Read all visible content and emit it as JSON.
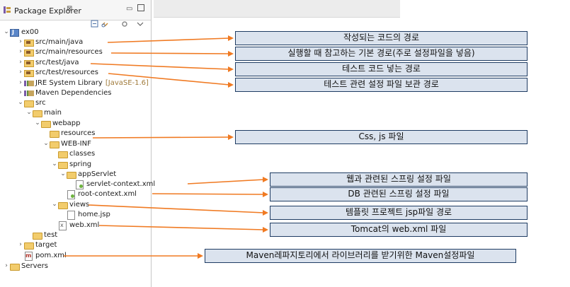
{
  "explorer": {
    "tab_title": "Package Explorer",
    "tab_close_glyph": "⊠",
    "minimize_glyph": "▭",
    "tree": [
      {
        "id": "ex00",
        "label": "ex00",
        "icon": "project-icon"
      },
      {
        "id": "src-main-java",
        "label": "src/main/java",
        "icon": "package-folder-icon"
      },
      {
        "id": "src-main-resources",
        "label": "src/main/resources",
        "icon": "package-folder-icon"
      },
      {
        "id": "src-test-java",
        "label": "src/test/java",
        "icon": "package-folder-icon"
      },
      {
        "id": "src-test-resources",
        "label": "src/test/resources",
        "icon": "package-folder-icon"
      },
      {
        "id": "jre",
        "label": "JRE System Library",
        "decoration": "[JavaSE-1.6]",
        "icon": "library-icon"
      },
      {
        "id": "maven-deps",
        "label": "Maven Dependencies",
        "icon": "library-icon"
      },
      {
        "id": "src",
        "label": "src",
        "icon": "folder-icon"
      },
      {
        "id": "main",
        "label": "main",
        "icon": "folder-icon"
      },
      {
        "id": "webapp",
        "label": "webapp",
        "icon": "folder-icon"
      },
      {
        "id": "resources",
        "label": "resources",
        "icon": "folder-icon"
      },
      {
        "id": "web-inf",
        "label": "WEB-INF",
        "icon": "folder-icon"
      },
      {
        "id": "classes",
        "label": "classes",
        "icon": "folder-icon"
      },
      {
        "id": "spring",
        "label": "spring",
        "icon": "folder-icon"
      },
      {
        "id": "appservlet",
        "label": "appServlet",
        "icon": "folder-icon"
      },
      {
        "id": "servlet-context",
        "label": "servlet-context.xml",
        "icon": "spring-xml-icon"
      },
      {
        "id": "root-context",
        "label": "root-context.xml",
        "icon": "spring-xml-icon"
      },
      {
        "id": "views",
        "label": "views",
        "icon": "folder-icon"
      },
      {
        "id": "home-jsp",
        "label": "home.jsp",
        "icon": "file-icon"
      },
      {
        "id": "web-xml",
        "label": "web.xml",
        "icon": "xml-file-icon"
      },
      {
        "id": "test",
        "label": "test",
        "icon": "folder-icon"
      },
      {
        "id": "target",
        "label": "target",
        "icon": "folder-icon"
      },
      {
        "id": "pom",
        "label": "pom.xml",
        "icon": "maven-pom-icon"
      },
      {
        "id": "servers",
        "label": "Servers",
        "icon": "folder-icon"
      }
    ]
  },
  "annotations": [
    {
      "id": "main-java",
      "text": "작성되는 코드의 경로"
    },
    {
      "id": "main-resources",
      "text": "실행할 때 참고하는 기본 경로(주로 설정파일을 넣음)"
    },
    {
      "id": "test-java",
      "text": "테스트 코드 넣는 경로"
    },
    {
      "id": "test-resources",
      "text": "테스트 관련 설정 파일 보관 경로"
    },
    {
      "id": "resources",
      "text": "Css, js 파일"
    },
    {
      "id": "servlet-context",
      "text": "웹과 관련된 스프링 설정 파일"
    },
    {
      "id": "root-context",
      "text": "DB 관련된 스프링 설정 파일"
    },
    {
      "id": "views",
      "text": "템플릿 프로젝트 jsp파일 경로"
    },
    {
      "id": "web-xml",
      "text": "Tomcat의 web.xml 파일"
    },
    {
      "id": "pom",
      "text": "Maven레파지토리에서 라이브러리를 받기위한 Maven설정파일"
    }
  ],
  "colors": {
    "arrow": "#f07a22",
    "annotation_bg": "#dbe3ee",
    "annotation_border": "#1f3c63"
  }
}
